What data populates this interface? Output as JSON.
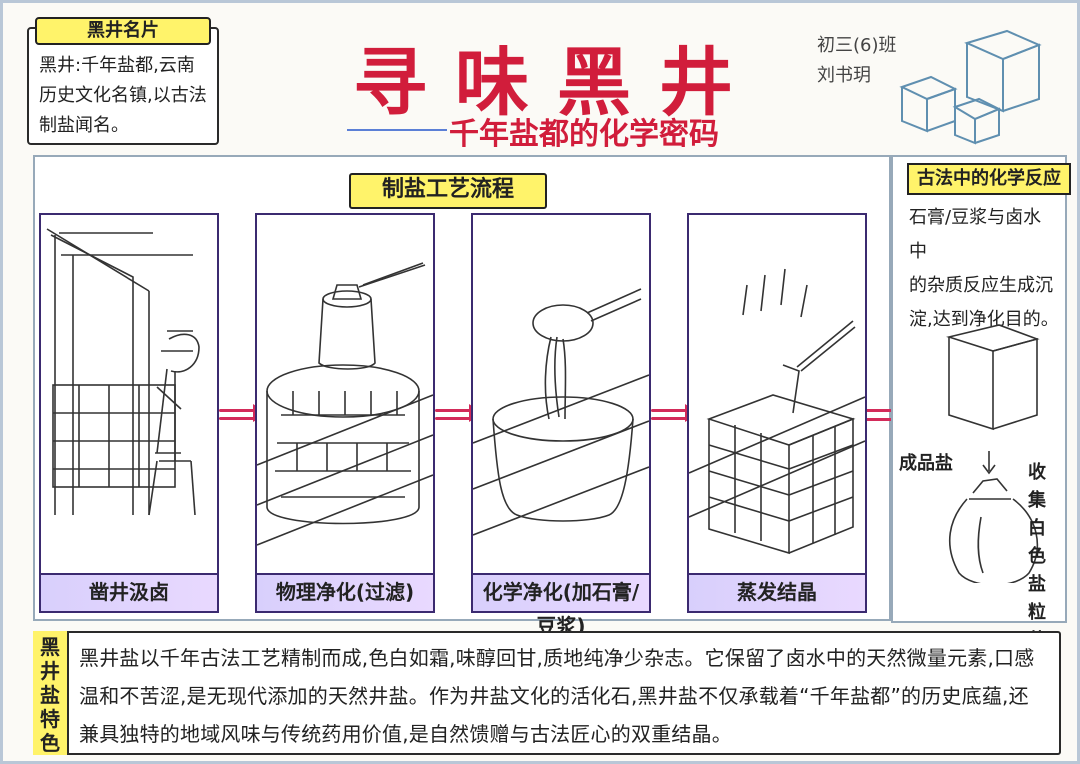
{
  "top": {
    "title": "寻味黑井",
    "subtitle": "千年盐都的化学密码",
    "credit_class": "初三(6)班",
    "credit_name": "刘书玥"
  },
  "card": {
    "title": "黑井名片",
    "text": "黑井:千年盐都,云南\n历史文化名镇,以古法\n制盐闻名。"
  },
  "process": {
    "label": "制盐工艺流程",
    "steps": [
      {
        "caption": "凿井汲卤"
      },
      {
        "caption": "物理净化(过滤)"
      },
      {
        "caption": "化学净化(加石膏/豆浆)"
      },
      {
        "caption": "蒸发结晶"
      }
    ]
  },
  "reaction": {
    "title": "古法中的化学反应",
    "text": "石膏/豆浆与卤水中\n的杂质反应生成沉\n淀,达到净化目的。",
    "salt_label": "成品盐",
    "collect_text": "收\n集\n白\n色\n盐\n粒\n装\n袋"
  },
  "feature": {
    "label": "黑\n井\n盐\n特\n色",
    "text": "黑井盐以千年古法工艺精制而成,色白如霜,味醇回甘,质地纯净少杂志。它保留了卤水中的天然微量元素,口感温和不苦涩,是无现代添加的天然井盐。作为井盐文化的活化石,黑井盐不仅承载着“千年盐都”的历史底蕴,还兼具独特的地域风味与传统药用价值,是自然馈赠与古法匠心的双重结晶。"
  }
}
